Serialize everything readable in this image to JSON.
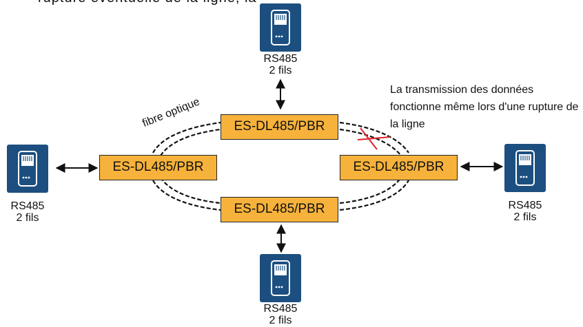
{
  "top_text_fragment": "rupture éventuelle de la ligne, la",
  "fiber_label": "fibre optique",
  "break_note": "La transmission des données fonctionne même lors d'une rupture de la ligne",
  "colors": {
    "converter_fill": "#f7b23b",
    "device_fill": "#1c4f80",
    "break_mark": "#e0222a"
  },
  "converters": {
    "top": "ES-DL485/PBR",
    "left": "ES-DL485/PBR",
    "right": "ES-DL485/PBR",
    "bottom": "ES-DL485/PBR"
  },
  "devices": {
    "top": {
      "icon": "rs485-device-icon",
      "name": "RS485",
      "wires": "2 fils"
    },
    "left": {
      "icon": "rs485-device-icon",
      "name": "RS485",
      "wires": "2 fils"
    },
    "right": {
      "icon": "rs485-device-icon",
      "name": "RS485",
      "wires": "2 fils"
    },
    "bottom": {
      "icon": "rs485-device-icon",
      "name": "RS485",
      "wires": "2 fils"
    }
  }
}
